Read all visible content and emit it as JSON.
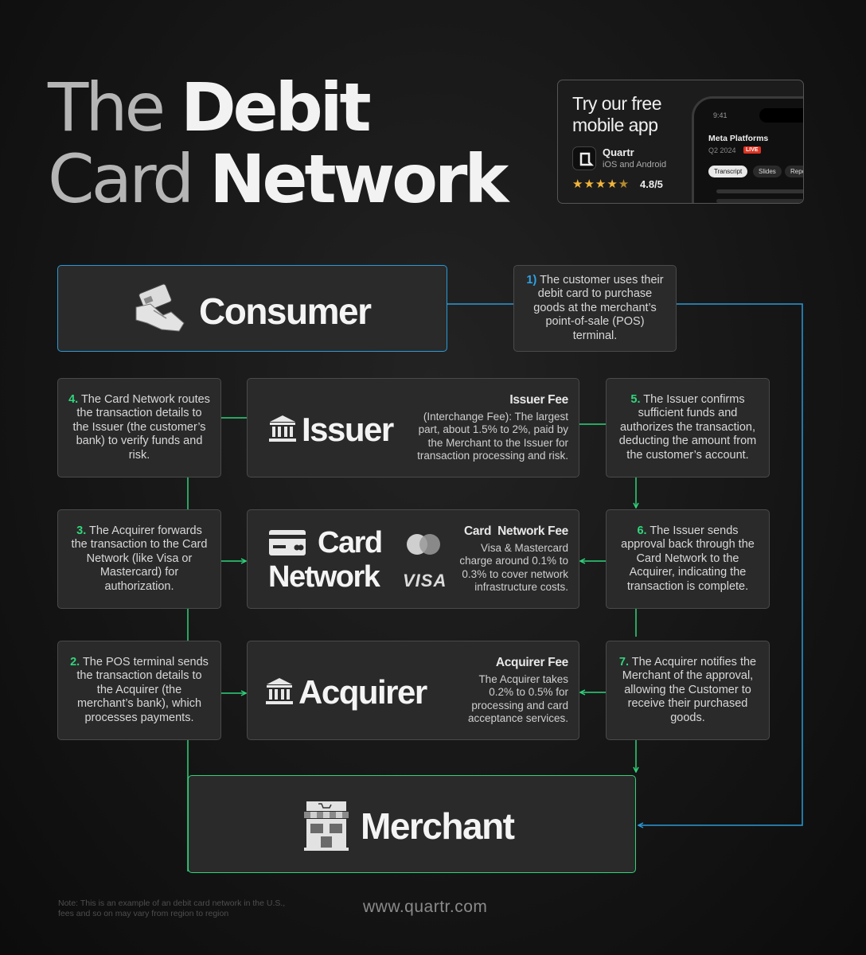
{
  "title": {
    "line1_light": "The ",
    "line1_bold": "Debit",
    "line2_light": "Card ",
    "line2_bold": "Network"
  },
  "app_promo": {
    "heading": "Try our free mobile app",
    "app_name": "Quartr",
    "platforms": "iOS and Android",
    "rating": "4.8/5",
    "stars": 4.8,
    "phone": {
      "time": "9:41",
      "company": "Meta Platforms",
      "quarter": "Q2 2024",
      "live_badge": "LIVE",
      "tabs": [
        "Transcript",
        "Slides",
        "Repo"
      ]
    }
  },
  "entities": {
    "consumer": "Consumer",
    "issuer": "Issuer",
    "card_network_line1": "Card",
    "card_network_line2": "Network",
    "acquirer": "Acquirer",
    "merchant": "Merchant"
  },
  "card_brands": {
    "visa": "VISA"
  },
  "fees": {
    "issuer": {
      "title": "Issuer Fee",
      "text": "(Interchange Fee): The largest part, about 1.5% to 2%, paid by the Merchant to the Issuer for transaction processing and risk."
    },
    "network": {
      "title": "Card  Network Fee",
      "text": "Visa & Mastercard charge around 0.1% to 0.3% to cover network infrastructure costs."
    },
    "acquirer": {
      "title": "Acquirer Fee",
      "text": "The Acquirer takes 0.2% to 0.5% for processing and card acceptance services."
    }
  },
  "steps": [
    {
      "num": "1)",
      "text": " The customer uses their debit card to purchase goods at the merchant’s point-of-sale (POS) terminal."
    },
    {
      "num": "2.",
      "text": " The POS terminal sends the transaction details to the Acquirer (the merchant’s bank), which processes payments."
    },
    {
      "num": "3.",
      "text": " The Acquirer forwards the transaction to the Card Network (like Visa or Mastercard) for authorization."
    },
    {
      "num": "4.",
      "text": " The Card Network routes the transaction details to the Issuer (the customer’s bank) to verify funds and risk."
    },
    {
      "num": "5.",
      "text": " The Issuer confirms sufficient funds and authorizes the transaction, deducting the amount from the customer’s account."
    },
    {
      "num": "6.",
      "text": " The Issuer sends approval back through the Card Network to the Acquirer, indicating the transaction is complete."
    },
    {
      "num": "7.",
      "text": " The Acquirer notifies the Merchant of the approval, allowing the Customer to receive their purchased goods."
    }
  ],
  "footer": {
    "note": "Note: This is an example of an debit card network in the U.S., fees and so on may vary from region to region",
    "website": "www.quartr.com"
  },
  "colors": {
    "blue": "#2a9ad6",
    "green": "#2fd37a",
    "background": "#161616",
    "box": "#2a2a2a"
  },
  "icons": [
    "card-hand-icon",
    "bank-icon",
    "credit-card-icon",
    "mastercard-logo",
    "visa-logo",
    "store-icon",
    "quartr-logo",
    "star-icon"
  ]
}
